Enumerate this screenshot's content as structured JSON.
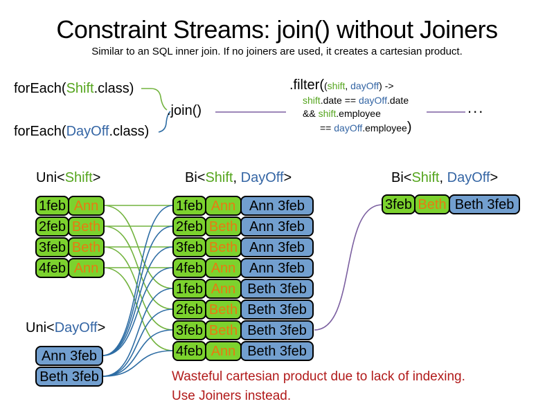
{
  "title": "Constraint Streams: join() without Joiners",
  "subtitle": "Similar to an SQL inner join. If no joiners are used, it creates a cartesian product.",
  "code": {
    "foreach_shift": {
      "pre": "forEach(",
      "type": "Shift",
      "post": ".class)"
    },
    "foreach_dayoff": {
      "pre": "forEach(",
      "type": "DayOff",
      "post": ".class)"
    },
    "join_label": ".join()",
    "filter": {
      "fn": ".filter(",
      "args_open": "(",
      "arg1": "shift",
      "args_sep": ", ",
      "arg2": "dayOff",
      "args_close": ") ->",
      "l2_shift": "shift",
      "l2_mid": ".date == ",
      "l2_dayoff": "dayOff",
      "l2_end": ".date",
      "l3_pre": "&& ",
      "l3_shift": "shift",
      "l3_end": ".employee",
      "l4_pre": "== ",
      "l4_dayoff": "dayOff",
      "l4_end": ".employee",
      "l4_close": ")"
    },
    "ellipsis": "..."
  },
  "columns": {
    "uni_shift": {
      "header": {
        "pre": "Uni<",
        "type": "Shift",
        "post": ">"
      },
      "rows": [
        {
          "date": "1feb",
          "name": "Ann"
        },
        {
          "date": "2feb",
          "name": "Beth"
        },
        {
          "date": "3feb",
          "name": "Beth"
        },
        {
          "date": "4feb",
          "name": "Ann"
        }
      ]
    },
    "uni_dayoff": {
      "header": {
        "pre": "Uni<",
        "type": "DayOff",
        "post": ">"
      },
      "rows": [
        {
          "label": "Ann 3feb"
        },
        {
          "label": "Beth 3feb"
        }
      ]
    },
    "bi_center": {
      "header": {
        "pre": "Bi<",
        "type1": "Shift",
        "sep": ", ",
        "type2": "DayOff",
        "post": ">"
      },
      "rows": [
        {
          "date": "1feb",
          "name": "Ann",
          "pair": "Ann 3feb"
        },
        {
          "date": "2feb",
          "name": "Beth",
          "pair": "Ann 3feb"
        },
        {
          "date": "3feb",
          "name": "Beth",
          "pair": "Ann 3feb"
        },
        {
          "date": "4feb",
          "name": "Ann",
          "pair": "Ann 3feb"
        },
        {
          "date": "1feb",
          "name": "Ann",
          "pair": "Beth 3feb"
        },
        {
          "date": "2feb",
          "name": "Beth",
          "pair": "Beth 3feb"
        },
        {
          "date": "3feb",
          "name": "Beth",
          "pair": "Beth 3feb"
        },
        {
          "date": "4feb",
          "name": "Ann",
          "pair": "Beth 3feb"
        }
      ]
    },
    "bi_result": {
      "header": {
        "pre": "Bi<",
        "type1": "Shift",
        "sep": ", ",
        "type2": "DayOff",
        "post": ">"
      },
      "rows": [
        {
          "date": "3feb",
          "name": "Beth",
          "pair": "Beth 3feb"
        }
      ]
    }
  },
  "warning": {
    "line1": "Wasteful cartesian product due to lack of indexing.",
    "line2": "Use Joiners instead."
  },
  "connections": {
    "shift_to_bi": [
      [
        0,
        0
      ],
      [
        1,
        1
      ],
      [
        2,
        2
      ],
      [
        3,
        3
      ],
      [
        0,
        4
      ],
      [
        1,
        5
      ],
      [
        2,
        6
      ],
      [
        3,
        7
      ]
    ],
    "dayoff_to_bi": [
      [
        0,
        0
      ],
      [
        0,
        1
      ],
      [
        0,
        2
      ],
      [
        0,
        3
      ],
      [
        1,
        4
      ],
      [
        1,
        5
      ],
      [
        1,
        6
      ],
      [
        1,
        7
      ]
    ],
    "bi_to_result": [
      [
        6,
        0
      ]
    ]
  },
  "colors": {
    "type_shift_green": "#55a51e",
    "type_dayoff_blue": "#3465a4",
    "box_green": "#7cd22e",
    "box_blue": "#729fcf",
    "name_orange": "#e87a12",
    "line_green": "#72b33e",
    "line_blue": "#2e6da4",
    "line_purple": "#7b5fa0",
    "warning_red": "#b11a1a"
  }
}
